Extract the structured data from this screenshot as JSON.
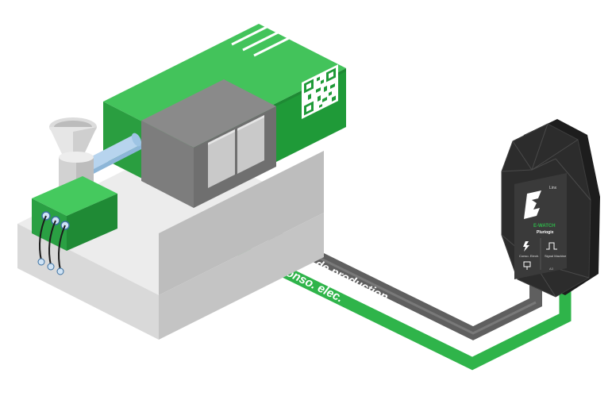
{
  "labels": {
    "signal": "Signal de production",
    "conso": "conso. elec."
  },
  "device": {
    "brand_top": "Linx",
    "brand": "E-WATCH",
    "product": "Pluriogix",
    "left_caption": "Conso. Electr.",
    "right_caption": "Signal Machine",
    "id_mark": "A3"
  },
  "colors": {
    "machine_green": "#2fb44a",
    "machine_green_dark": "#1f8a35",
    "machine_green_top": "#45c95e",
    "grey_body": "#7a7a7a",
    "grey_light": "#d9d9d9",
    "signal_cable": "#5d5d5d",
    "conso_cable": "#2fb44a",
    "device_body": "#2a2a2a"
  },
  "icons": [
    "qr-code-icon",
    "lightning-icon",
    "plug-icon",
    "signal-wave-icon",
    "logo-e-icon"
  ]
}
